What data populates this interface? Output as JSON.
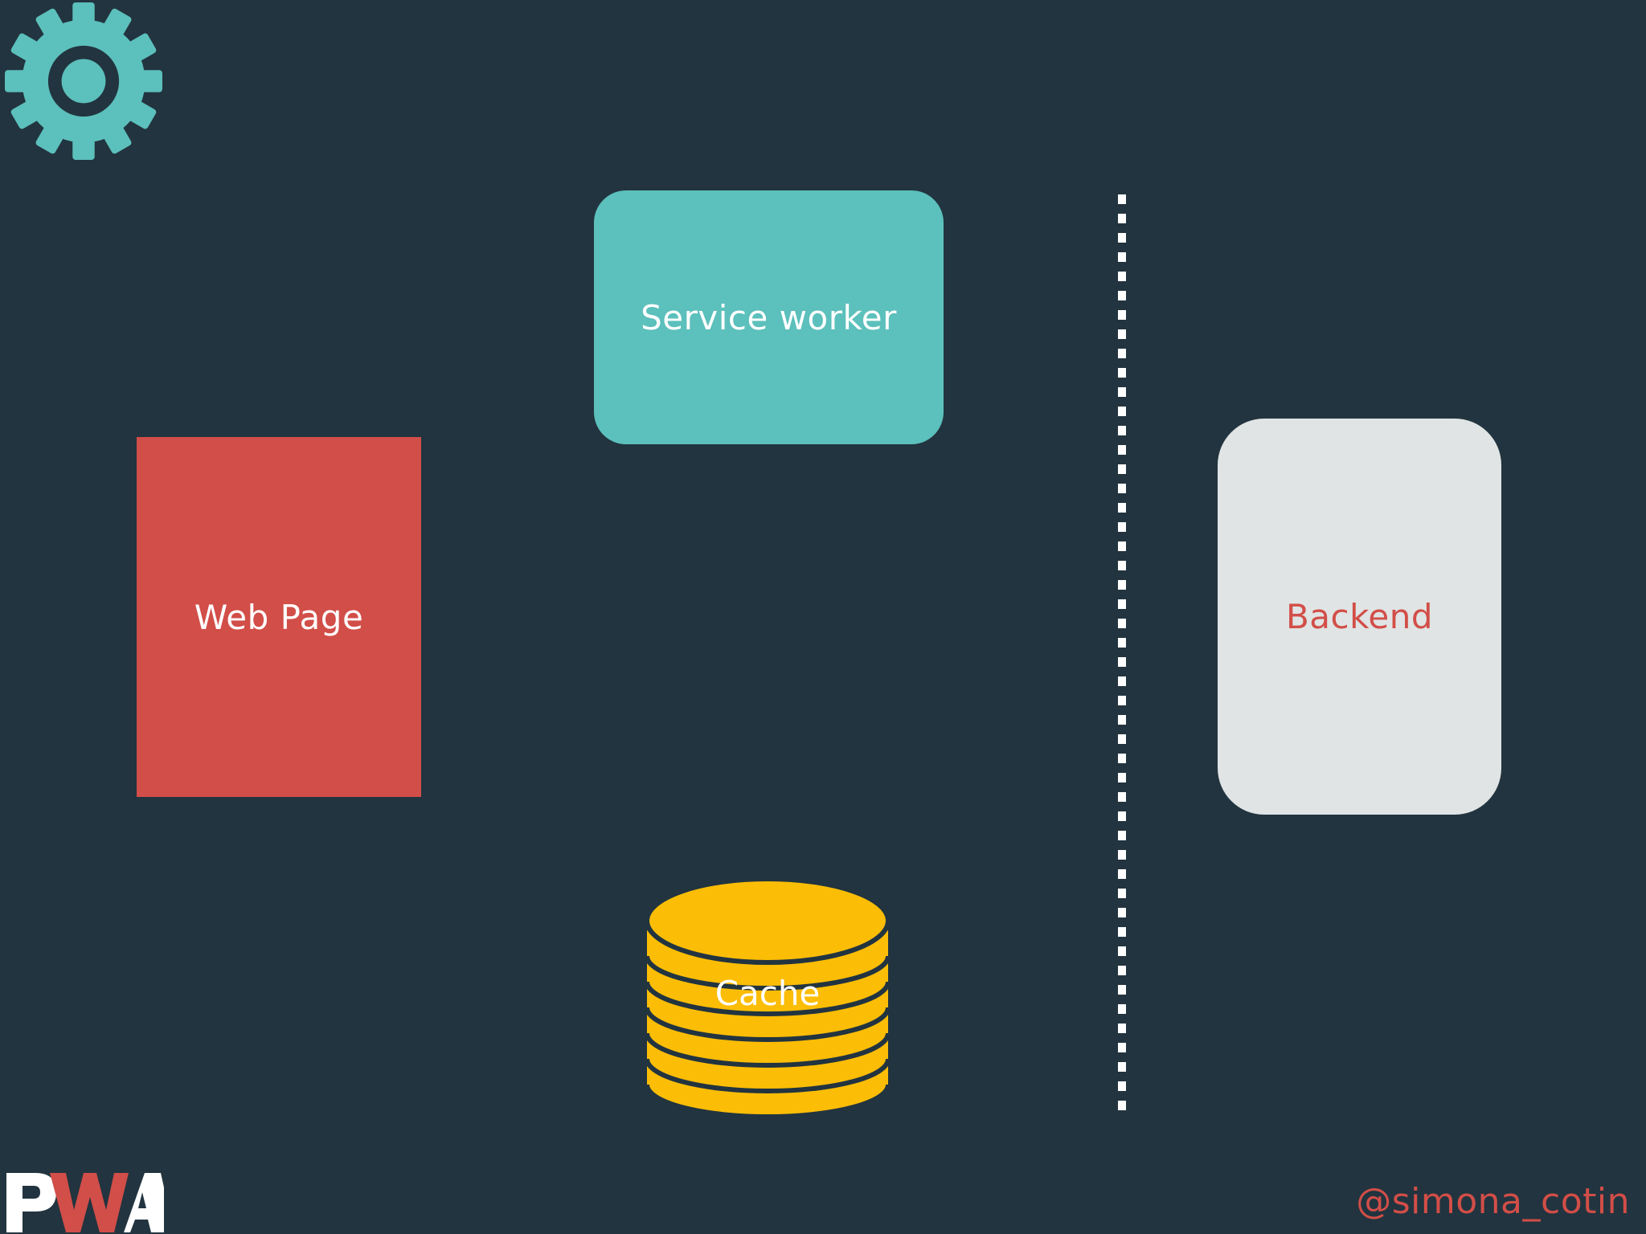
{
  "diagram": {
    "nodes": {
      "web_page": "Web Page",
      "service_worker": "Service worker",
      "backend": "Backend",
      "cache": "Cache"
    }
  },
  "footer": {
    "handle": "@simona_cotin",
    "logo_text": "PWA"
  },
  "colors": {
    "background": "#22343f",
    "teal": "#5cc0bc",
    "red": "#d24e48",
    "light_gray": "#e0e4e4",
    "gold": "#fcbd06"
  },
  "icons": {
    "settings": "gear-icon",
    "cache": "database-icon",
    "logo": "pwa-logo"
  }
}
